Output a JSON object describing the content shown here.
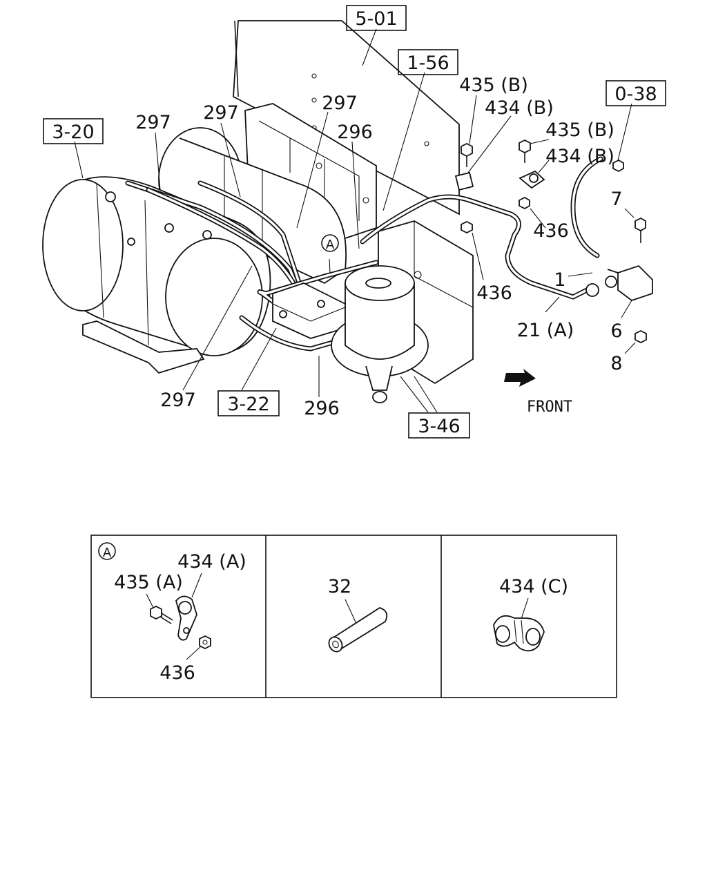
{
  "references": {
    "frame": "5-01",
    "bracket": "1-56",
    "tank": "3-20",
    "valve": "3-22",
    "dryer": "3-46",
    "connector": "0-38"
  },
  "parts": {
    "p297a": "297",
    "p297b": "297",
    "p297c": "297",
    "p297d": "297",
    "p296a": "296",
    "p296b": "296",
    "p435b_1": "435 (B)",
    "p434b_1": "434 (B)",
    "p435b_2": "435 (B)",
    "p434b_2": "434 (B)",
    "p436a": "436",
    "p436b": "436",
    "p7": "7",
    "p1": "1",
    "p21a": "21 (A)",
    "p6": "6",
    "p8": "8"
  },
  "detail_marker": "A",
  "front_label": "FRONT",
  "panels": {
    "a": {
      "marker": "A",
      "p434a": "434 (A)",
      "p435a": "435 (A)",
      "p436": "436"
    },
    "b": {
      "p32": "32"
    },
    "c": {
      "p434c": "434 (C)"
    }
  }
}
